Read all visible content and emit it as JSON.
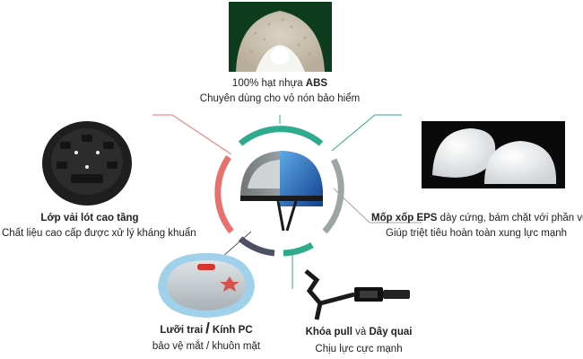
{
  "center": {
    "ring_colors": [
      "#2eaa8c",
      "#e8706f",
      "#4c4f66",
      "#2eaa8c",
      "#9aa7a3",
      "#2eaa8c"
    ]
  },
  "abs": {
    "title_prefix": "100% hạt nhựa ",
    "title_bold": "ABS",
    "subtitle": "Chuyên dùng cho vỏ nón bảo hiểm"
  },
  "liner": {
    "title": "Lớp vải lót cao tầng",
    "subtitle": "Chất liệu cao cấp được xử lý kháng khuẩn"
  },
  "foam": {
    "title_bold": "Mốp xốp EPS",
    "title_rest": " dày cứng, bám chặt với phần vỏ",
    "subtitle": "Giúp triệt tiêu hoàn toàn xung lực mạnh"
  },
  "visor": {
    "title_a": "Lưỡi trai",
    "separator": "/",
    "title_b": "Kính PC",
    "subtitle": "bảo vệ mắt / khuôn mặt"
  },
  "strap": {
    "title_a": "Khóa pull",
    "joiner": " và ",
    "title_b": "Dây quai",
    "subtitle": "Chịu lực cực mạnh"
  }
}
